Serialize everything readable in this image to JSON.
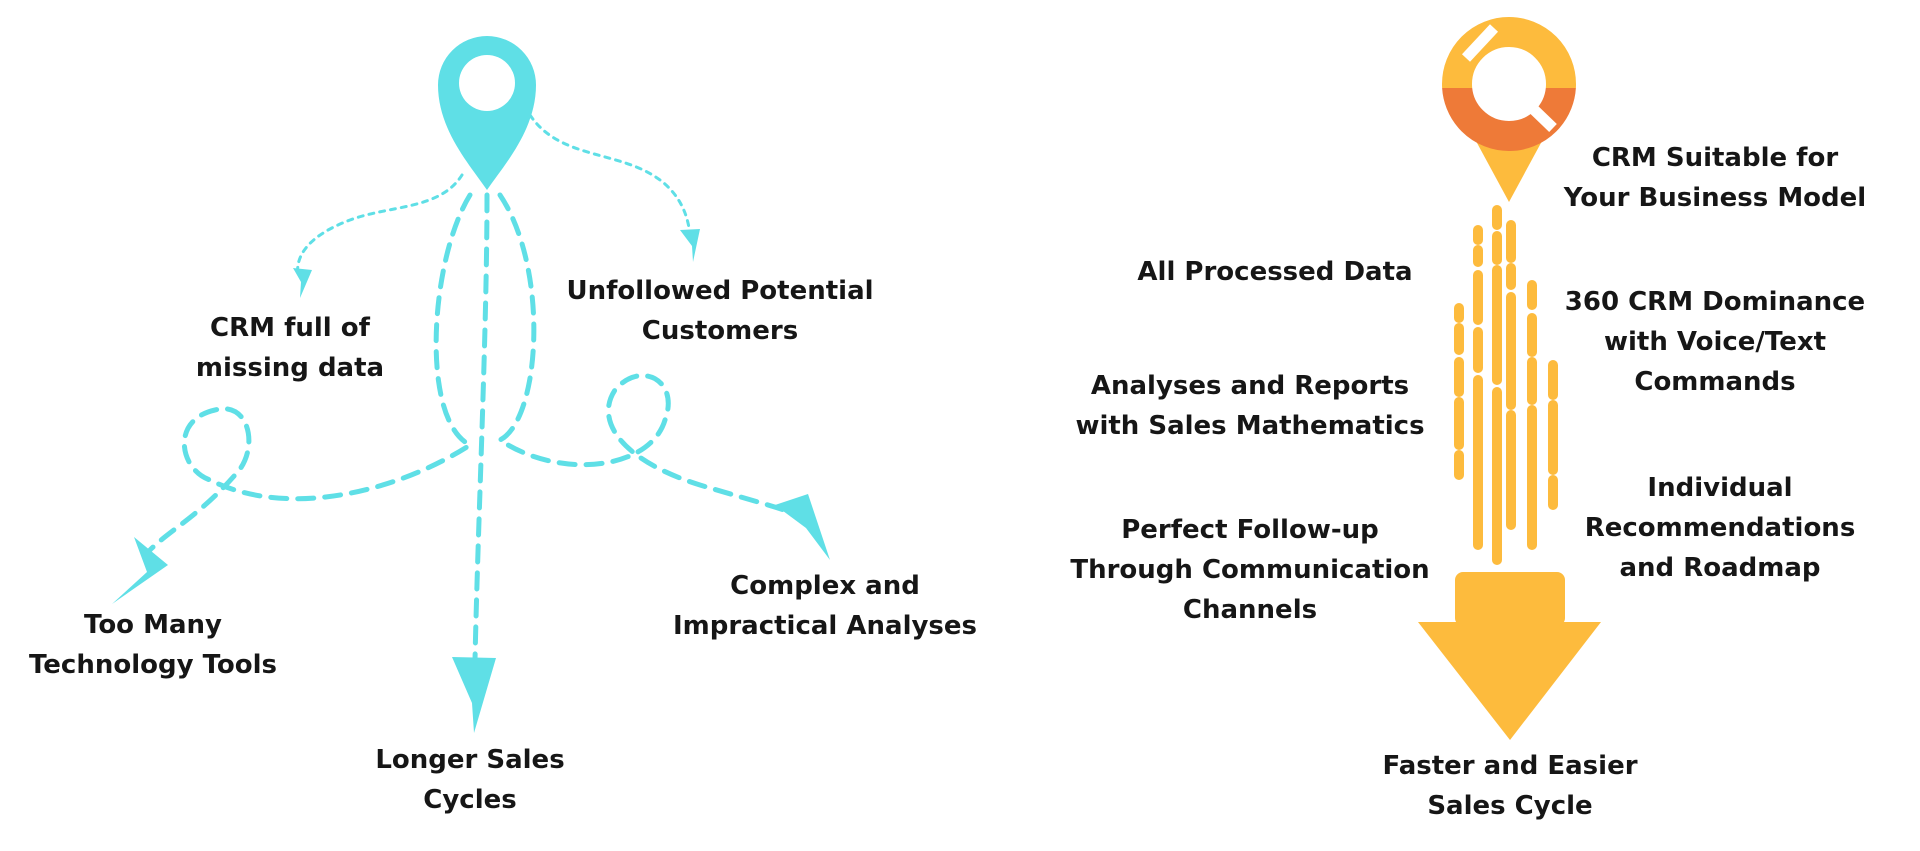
{
  "left": {
    "labels": {
      "missing_data": [
        "CRM full of",
        "missing data"
      ],
      "unfollowed": [
        "Unfollowed Potential",
        "Customers"
      ],
      "too_many_tools": [
        "Too Many",
        "Technology Tools"
      ],
      "complex_analyses": [
        "Complex and",
        "Impractical Analyses"
      ],
      "longer_cycles": [
        "Longer Sales",
        "Cycles"
      ]
    }
  },
  "right": {
    "labels": {
      "crm_suitable": [
        "CRM Suitable for",
        "Your Business Model"
      ],
      "processed_data": [
        "All Processed Data"
      ],
      "crm_dominance": [
        "360 CRM Dominance",
        "with Voice/Text",
        "Commands"
      ],
      "analyses_reports": [
        "Analyses and Reports",
        "with Sales Mathematics"
      ],
      "recommendations": [
        "Individual",
        "Recommendations",
        "and Roadmap"
      ],
      "follow_up": [
        "Perfect Follow-up",
        "Through Communication",
        "Channels"
      ],
      "faster_cycle": [
        "Faster and Easier",
        "Sales Cycle"
      ]
    }
  },
  "colors": {
    "cyan": "#5fdfe6",
    "orange": "#ee7a38",
    "yellow": "#fdbb3d",
    "text": "#161616"
  },
  "icons": {
    "left_pin": "location-pin-icon",
    "right_logo": "brand-logo-pin-icon"
  }
}
